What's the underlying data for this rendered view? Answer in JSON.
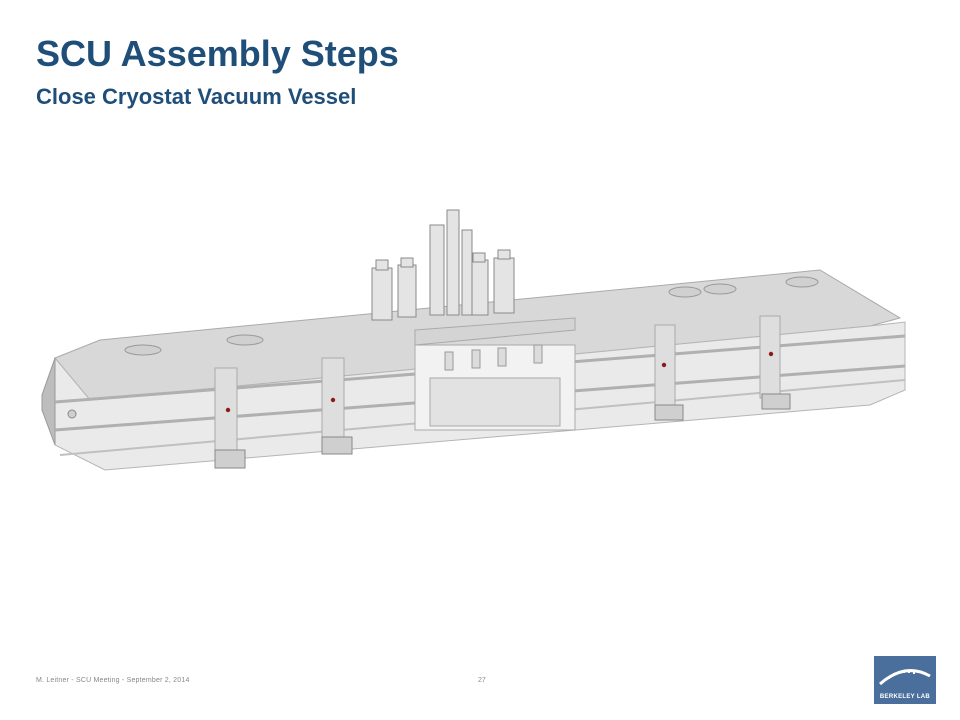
{
  "slide": {
    "title": "SCU Assembly Steps",
    "subtitle": "Close Cryostat Vacuum Vessel",
    "footer": "M. Leitner - SCU Meeting - September 2, 2014",
    "page_number": "27"
  },
  "logo": {
    "text": "BERKELEY LAB",
    "color": "#4a6f9c"
  },
  "colors": {
    "title": "#1f4e79",
    "vessel_body": "#e6e6e6",
    "vessel_shade": "#c4c4c4",
    "marker": "#8b1a1a"
  }
}
